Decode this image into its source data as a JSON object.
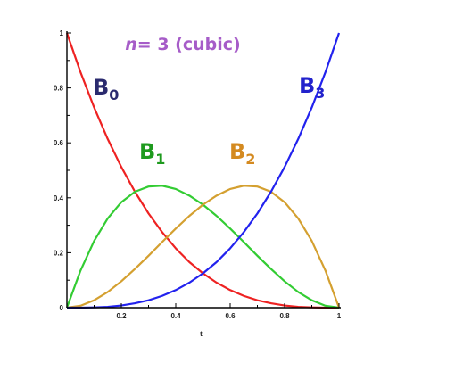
{
  "chart_data": {
    "type": "line",
    "title": {
      "variable": "n",
      "equals": "= 3",
      "rest": " (cubic)"
    },
    "xlabel": "t",
    "ylabel": "",
    "xlim": [
      0,
      1
    ],
    "ylim": [
      0,
      1
    ],
    "x_ticks": [
      0.2,
      0.4,
      0.6,
      0.8,
      1
    ],
    "x_tick_labels": [
      "0.2",
      "0.4",
      "0.6",
      "0.8",
      "1"
    ],
    "y_ticks": [
      0,
      0.2,
      0.4,
      0.6,
      0.8,
      1
    ],
    "y_tick_labels": [
      "0",
      "0.2",
      "0.4",
      "0.6",
      "0.8",
      "1"
    ],
    "grid": false,
    "x": [
      0,
      0.05,
      0.1,
      0.15,
      0.2,
      0.25,
      0.3,
      0.35,
      0.4,
      0.45,
      0.5,
      0.55,
      0.6,
      0.65,
      0.7,
      0.75,
      0.8,
      0.85,
      0.9,
      0.95,
      1
    ],
    "series": [
      {
        "name": "B",
        "sub": "0",
        "color": "#ee2222",
        "label_color": "#2a2a6e",
        "values": [
          1,
          0.857,
          0.729,
          0.614,
          0.512,
          0.422,
          0.343,
          0.275,
          0.216,
          0.166,
          0.125,
          0.091,
          0.064,
          0.043,
          0.027,
          0.016,
          0.008,
          0.003,
          0.001,
          0.0001,
          0
        ]
      },
      {
        "name": "B",
        "sub": "1",
        "color": "#33cc33",
        "label_color": "#1e9a1e",
        "values": [
          0,
          0.135,
          0.243,
          0.325,
          0.384,
          0.422,
          0.441,
          0.444,
          0.432,
          0.408,
          0.375,
          0.334,
          0.288,
          0.239,
          0.189,
          0.141,
          0.096,
          0.057,
          0.027,
          0.007,
          0
        ]
      },
      {
        "name": "B",
        "sub": "2",
        "color": "#d4a030",
        "label_color": "#d48a20",
        "values": [
          0,
          0.007,
          0.027,
          0.057,
          0.096,
          0.141,
          0.189,
          0.239,
          0.288,
          0.334,
          0.375,
          0.408,
          0.432,
          0.444,
          0.441,
          0.422,
          0.384,
          0.325,
          0.243,
          0.135,
          0
        ]
      },
      {
        "name": "B",
        "sub": "3",
        "color": "#2222ee",
        "label_color": "#2222cc",
        "values": [
          0,
          0.0001,
          0.001,
          0.003,
          0.008,
          0.016,
          0.027,
          0.043,
          0.064,
          0.091,
          0.125,
          0.166,
          0.216,
          0.275,
          0.343,
          0.422,
          0.512,
          0.614,
          0.729,
          0.857,
          1
        ]
      }
    ]
  },
  "colors": {
    "title": "#a65cc8",
    "axis": "#000000"
  }
}
